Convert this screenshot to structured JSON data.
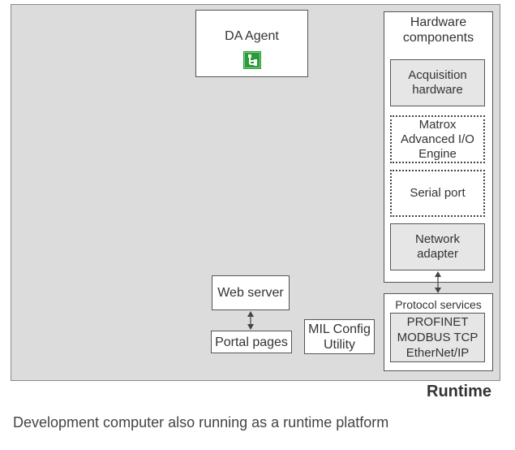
{
  "diagram": {
    "da_agent": {
      "label": "DA Agent",
      "icon": "da-agent-icon",
      "icon_color": "#2a9a3a"
    },
    "hardware": {
      "title_line1": "Hardware",
      "title_line2": "components",
      "items": [
        {
          "line1": "Acquisition",
          "line2": "hardware",
          "style": "solid"
        },
        {
          "line1": "Matrox",
          "line2": "Advanced I/O",
          "line3": "Engine",
          "style": "dotted"
        },
        {
          "line1": "Serial port",
          "style": "dotted"
        },
        {
          "line1": "Network",
          "line2": "adapter",
          "style": "solid"
        }
      ]
    },
    "protocol_services": {
      "title": "Protocol services",
      "items": [
        "PROFINET",
        "MODBUS TCP",
        "EtherNet/IP"
      ]
    },
    "web_server": "Web server",
    "portal_pages": "Portal pages",
    "mil_config": {
      "line1": "MIL Config",
      "line2": "Utility"
    },
    "runtime_label": "Runtime",
    "caption": "Development computer also running as a runtime platform",
    "colors": {
      "runtime_background": "#dcdcdc",
      "hardware_item_fill": "#e6e6e6",
      "text": "#333333"
    }
  }
}
